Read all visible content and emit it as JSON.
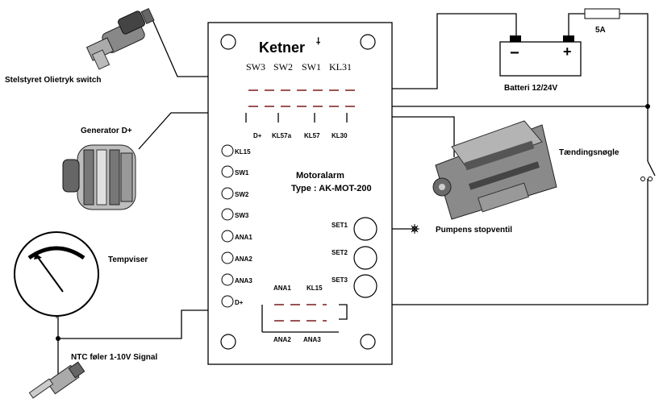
{
  "panel": {
    "brand": "Ketner",
    "title_line1": "Motoralarm",
    "title_line2": "Type : AK-MOT-200",
    "top_terminals": [
      "SW3",
      "SW2",
      "SW1",
      "KL31"
    ],
    "relay_pins": [
      "D+",
      "KL57a",
      "KL57",
      "KL30"
    ],
    "left_inputs": [
      "KL15",
      "SW1",
      "SW2",
      "SW3",
      "ANA1",
      "ANA2",
      "ANA3",
      "D+"
    ],
    "set_buttons": [
      "SET1",
      "SET2",
      "SET3"
    ],
    "bottom_top": [
      "ANA1",
      "KL15"
    ],
    "bottom_bottom": [
      "ANA2",
      "ANA3"
    ]
  },
  "components": {
    "oil_switch": "Stelstyret Olietryk switch",
    "generator": "Generator D+",
    "gauge": "Tempviser",
    "ntc": "NTC føler 1-10V Signal",
    "battery": "Batteri 12/24V",
    "battery_minus": "−",
    "battery_plus": "+",
    "fuse": "5A",
    "ignition": "Tændingsnøgle",
    "pump": "Pumpens stopventil"
  },
  "colors": {
    "line": "#000000",
    "relay_dash": "#7a1a1a",
    "panel_fill": "#ffffff"
  }
}
